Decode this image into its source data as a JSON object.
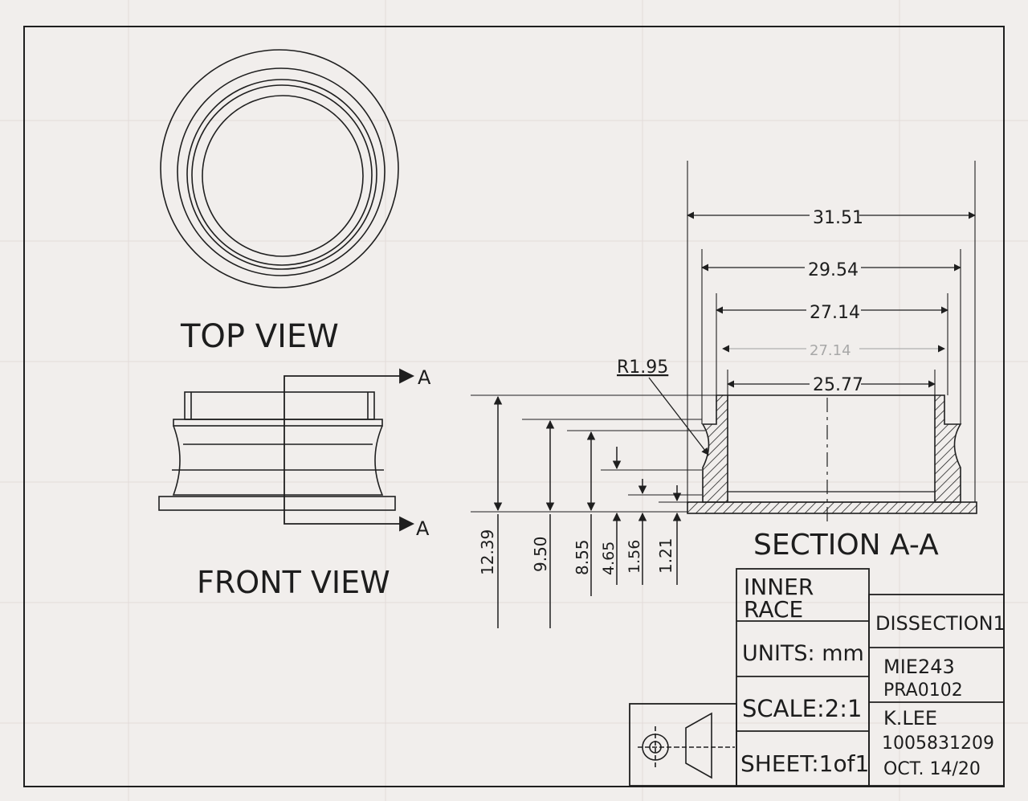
{
  "views": {
    "top": "TOP VIEW",
    "front": "FRONT VIEW",
    "section": "SECTION A-A"
  },
  "section_marker": {
    "upper": "A",
    "lower": "A"
  },
  "horizontal_dims": {
    "d1": "31.51",
    "d2": "29.54",
    "d3": "27.14",
    "d3_faint": "27.14",
    "d4": "25.77"
  },
  "radius_label": "R1.95",
  "vertical_dims": {
    "h1": "12.39",
    "h2": "9.50",
    "h3": "8.55",
    "h4": "4.65",
    "h5": "1.56",
    "h6": "1.21"
  },
  "title_block": {
    "part_line1": "INNER",
    "part_line2": "RACE",
    "units": "UNITS: mm",
    "scale": "SCALE:2:1",
    "sheet": "SHEET:1of1",
    "assembly": "DISSECTION1",
    "course_line1": "MIE243",
    "course_line2": "PRA0102",
    "author_line1": "K.LEE",
    "author_line2": "1005831209",
    "author_line3": "OCT. 14/20"
  },
  "colors": {
    "paper": "#f1eeec",
    "ink": "#1f1f1f",
    "faint": "#9a9a9a"
  }
}
